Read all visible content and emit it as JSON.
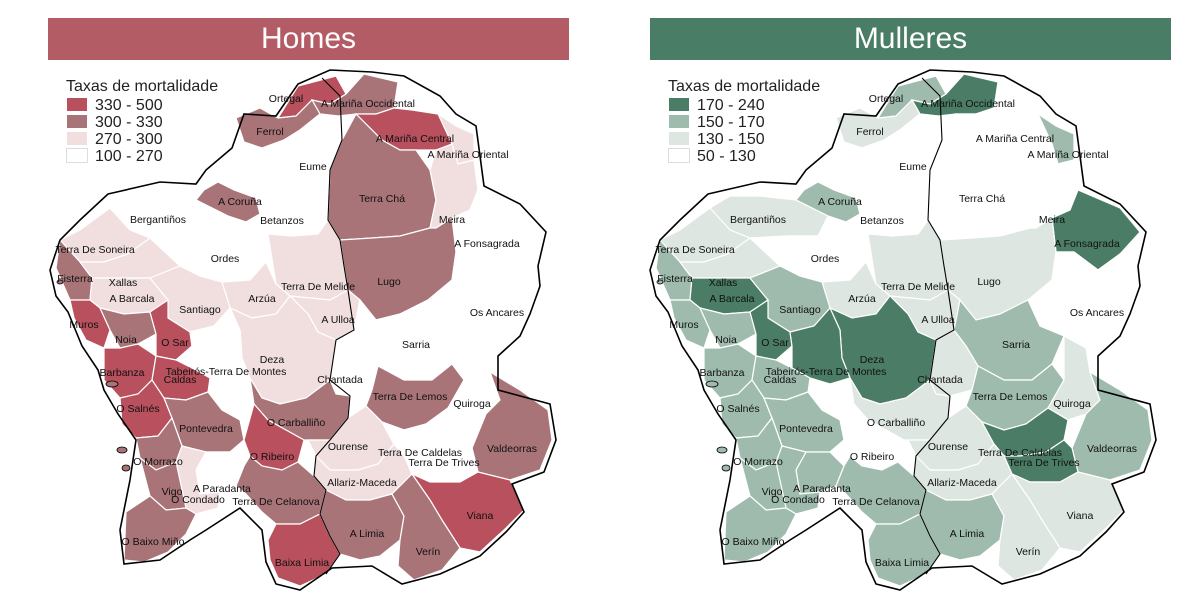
{
  "panels": [
    {
      "title": "Homes",
      "banner_color": "#b35c66",
      "legend_title": "Taxas de mortalidade",
      "legend": [
        {
          "label": "330 - 500",
          "color": "#b8505e"
        },
        {
          "label": "300 - 330",
          "color": "#a87478"
        },
        {
          "label": "270 - 300",
          "color": "#f1dfe0"
        },
        {
          "label": "100 - 270",
          "color": "#ffffff"
        }
      ]
    },
    {
      "title": "Mulleres",
      "banner_color": "#4a7d65",
      "legend_title": "Taxas de mortalidade",
      "legend": [
        {
          "label": "170 - 240",
          "color": "#4b7d66"
        },
        {
          "label": "150 - 170",
          "color": "#9ebbae"
        },
        {
          "label": "130 - 150",
          "color": "#dde6e1"
        },
        {
          "label": "50 - 130",
          "color": "#ffffff"
        }
      ]
    }
  ],
  "regions": [
    {
      "name": "Ortegal",
      "m": 0,
      "f": 1
    },
    {
      "name": "A Mariña Occidental",
      "m": 1,
      "f": 0
    },
    {
      "name": "Ferrol",
      "m": 1,
      "f": 2
    },
    {
      "name": "A Mariña Central",
      "m": 0,
      "f": 3
    },
    {
      "name": "A Mariña Oriental",
      "m": 2,
      "f": 1
    },
    {
      "name": "Eume",
      "m": 3,
      "f": 3
    },
    {
      "name": "A Coruña",
      "m": 1,
      "f": 1
    },
    {
      "name": "Terra Chá",
      "m": 1,
      "f": 3
    },
    {
      "name": "Meira",
      "m": 2,
      "f": 3
    },
    {
      "name": "Bergantiños",
      "m": 3,
      "f": 2
    },
    {
      "name": "Betanzos",
      "m": 3,
      "f": 3
    },
    {
      "name": "A Fonsagrada",
      "m": 3,
      "f": 0
    },
    {
      "name": "Terra De Soneira",
      "m": 2,
      "f": 2
    },
    {
      "name": "Ordes",
      "m": 3,
      "f": 3
    },
    {
      "name": "Lugo",
      "m": 1,
      "f": 2
    },
    {
      "name": "Fisterra",
      "m": 1,
      "f": 1
    },
    {
      "name": "Xallas",
      "m": 2,
      "f": 2
    },
    {
      "name": "Terra De Melide",
      "m": 2,
      "f": 2
    },
    {
      "name": "A Barcala",
      "m": 2,
      "f": 0
    },
    {
      "name": "Arzúa",
      "m": 2,
      "f": 2
    },
    {
      "name": "Santiago",
      "m": 2,
      "f": 1
    },
    {
      "name": "Os Ancares",
      "m": 3,
      "f": 3
    },
    {
      "name": "A Ulloa",
      "m": 2,
      "f": 2
    },
    {
      "name": "Muros",
      "m": 0,
      "f": 1
    },
    {
      "name": "Noia",
      "m": 1,
      "f": 1
    },
    {
      "name": "O Sar",
      "m": 0,
      "f": 0
    },
    {
      "name": "Sarria",
      "m": 3,
      "f": 1
    },
    {
      "name": "Deza",
      "m": 2,
      "f": 0
    },
    {
      "name": "Barbanza",
      "m": 0,
      "f": 1
    },
    {
      "name": "Tabeirós-Terra De Montes",
      "m": 3,
      "f": 0
    },
    {
      "name": "Caldas",
      "m": 0,
      "f": 1
    },
    {
      "name": "Chantada",
      "m": 3,
      "f": 2
    },
    {
      "name": "Terra De Lemos",
      "m": 1,
      "f": 1
    },
    {
      "name": "Quiroga",
      "m": 3,
      "f": 2
    },
    {
      "name": "O Salnés",
      "m": 0,
      "f": 1
    },
    {
      "name": "O Carballiño",
      "m": 1,
      "f": 2
    },
    {
      "name": "Pontevedra",
      "m": 1,
      "f": 1
    },
    {
      "name": "Valdeorras",
      "m": 1,
      "f": 1
    },
    {
      "name": "Ourense",
      "m": 2,
      "f": 2
    },
    {
      "name": "Terra De Caldelas",
      "m": 3,
      "f": 0
    },
    {
      "name": "O Morrazo",
      "m": 1,
      "f": 1
    },
    {
      "name": "O Ribeiro",
      "m": 0,
      "f": 3
    },
    {
      "name": "Terra De Trives",
      "m": 3,
      "f": 0
    },
    {
      "name": "Allariz-Maceda",
      "m": 2,
      "f": 2
    },
    {
      "name": "Vigo",
      "m": 1,
      "f": 1
    },
    {
      "name": "A Paradanta",
      "m": 3,
      "f": 1
    },
    {
      "name": "O Condado",
      "m": 2,
      "f": 1
    },
    {
      "name": "Terra De Celanova",
      "m": 1,
      "f": 1
    },
    {
      "name": "Viana",
      "m": 0,
      "f": 2
    },
    {
      "name": "A Limia",
      "m": 1,
      "f": 1
    },
    {
      "name": "O Baixo Miño",
      "m": 1,
      "f": 1
    },
    {
      "name": "Verín",
      "m": 1,
      "f": 2
    },
    {
      "name": "Baixa Limia",
      "m": 0,
      "f": 1
    }
  ]
}
